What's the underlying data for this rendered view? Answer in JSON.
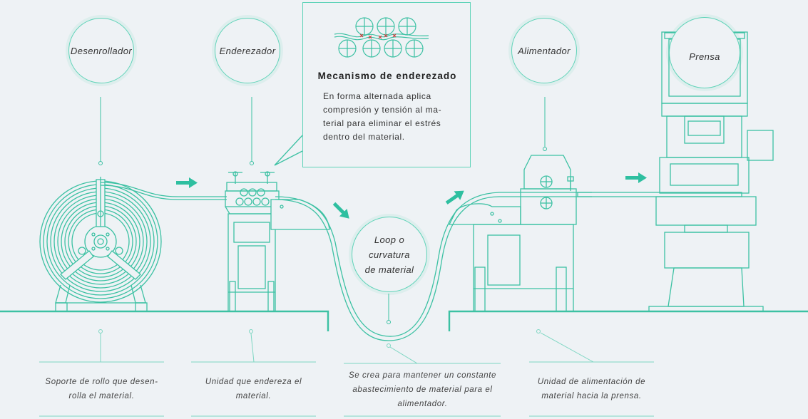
{
  "colors": {
    "line": "#3cc1a3",
    "light_line": "#7dd6c2",
    "arrow": "#2ebfa0",
    "accent_red": "#d23b3b",
    "background": "#eef2f5"
  },
  "labels": {
    "unwinder": "Desenrollador",
    "straightener": "Enderezador",
    "loop": "Loop o\ncurvatura\nde material",
    "feeder": "Alimentador",
    "press": "Prensa"
  },
  "callout": {
    "title": "Mecanismo de enderezado",
    "body": "En forma alternada aplica\ncompresión y tensión al ma-\nterial para eliminar el estrés\ndentro del material."
  },
  "descriptions": {
    "unwinder": "Soporte de rollo que desen-\nrolla el material.",
    "straightener": "Unidad que endereza el\nmaterial.",
    "loop": "Se crea para mantener un constante\nabastecimiento de material para el\nalimentador.",
    "feeder": "Unidad de alimentación de\nmaterial hacia la prensa."
  },
  "icons": {
    "flow_arrow": "arrow-right-icon",
    "down_arrow": "arrow-down-right-icon",
    "up_arrow": "arrow-up-right-icon"
  }
}
